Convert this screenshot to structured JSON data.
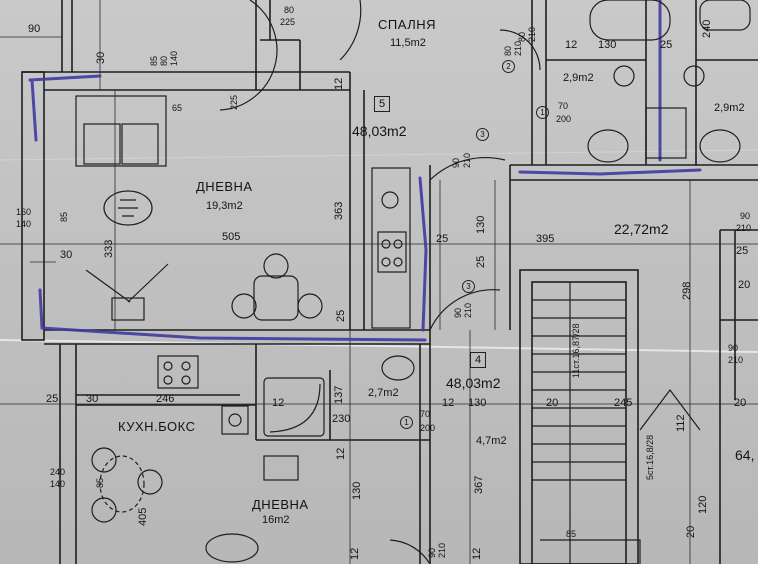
{
  "rooms": {
    "bedroom": {
      "name": "СПАЛНЯ",
      "area": "11,5m2"
    },
    "living": {
      "name": "ДНЕВНА",
      "area": "19,3m2"
    },
    "kitchen": {
      "name": "КУХН.БОКС"
    },
    "living2": {
      "name": "ДНЕВНА",
      "area": "16m2"
    },
    "bath1": {
      "area": "2,9m2"
    },
    "bath2": {
      "area": "2,9m2"
    },
    "bath3": {
      "area": "2,7m2"
    },
    "hall": {
      "area": "4,7m2"
    },
    "corridor": {
      "area": "22,72m2"
    }
  },
  "apartments": {
    "apt5": {
      "number": "5",
      "area": "48,03m2"
    },
    "apt4": {
      "number": "4",
      "area": "48,03m2"
    },
    "right": {
      "area": "64,"
    }
  },
  "doors": {
    "d1": "1",
    "d2": "2",
    "d3": "3",
    "d4": "3",
    "d5": "1",
    "d1_spec": [
      "70",
      "200"
    ],
    "d2_spec": [
      "80",
      "210"
    ],
    "d3_spec": [
      "90",
      "210"
    ],
    "d4_spec": [
      "90",
      "210"
    ],
    "d5_spec": [
      "70",
      "200"
    ],
    "d6_spec": [
      "90",
      "210"
    ],
    "d7_spec": [
      "90",
      "210"
    ],
    "d8_spec": [
      "90",
      "210"
    ],
    "d9_spec": [
      "80",
      "210"
    ]
  },
  "windows": {
    "w1": [
      "80",
      "225"
    ],
    "w2": [
      "80",
      "140"
    ],
    "w3": [
      "160",
      "140"
    ],
    "w4": [
      "240",
      "140"
    ]
  },
  "stairs": {
    "upper": "11ст.16,87/28",
    "lower": "5ст.16,8/28"
  },
  "dims": {
    "d90": "90",
    "d30a": "30",
    "d12a": "12",
    "d12b": "12",
    "d130a": "130",
    "d25a": "25",
    "d240": "240",
    "d225": "225",
    "d363": "363",
    "d505": "505",
    "d333": "333",
    "d30b": "30",
    "d85a": "85",
    "d85b": "85",
    "d65": "65",
    "d25b": "25",
    "d130b": "130",
    "d25c": "25",
    "d395": "395",
    "d298": "298",
    "d25d": "25",
    "d137": "137",
    "d12c": "12",
    "d12d": "12",
    "d130c": "130",
    "d230": "230",
    "d20a": "20",
    "d245": "245",
    "d112": "112",
    "d20b": "20",
    "d25e": "25",
    "d30c": "30",
    "d246": "246",
    "d367": "367",
    "d12e": "12",
    "d130d": "130",
    "d405": "405",
    "d85c": "85",
    "d20c": "20",
    "d120": "120",
    "d85d": "85",
    "d12f": "12",
    "d12g": "12",
    "d25f": "25",
    "d20d": "20"
  }
}
